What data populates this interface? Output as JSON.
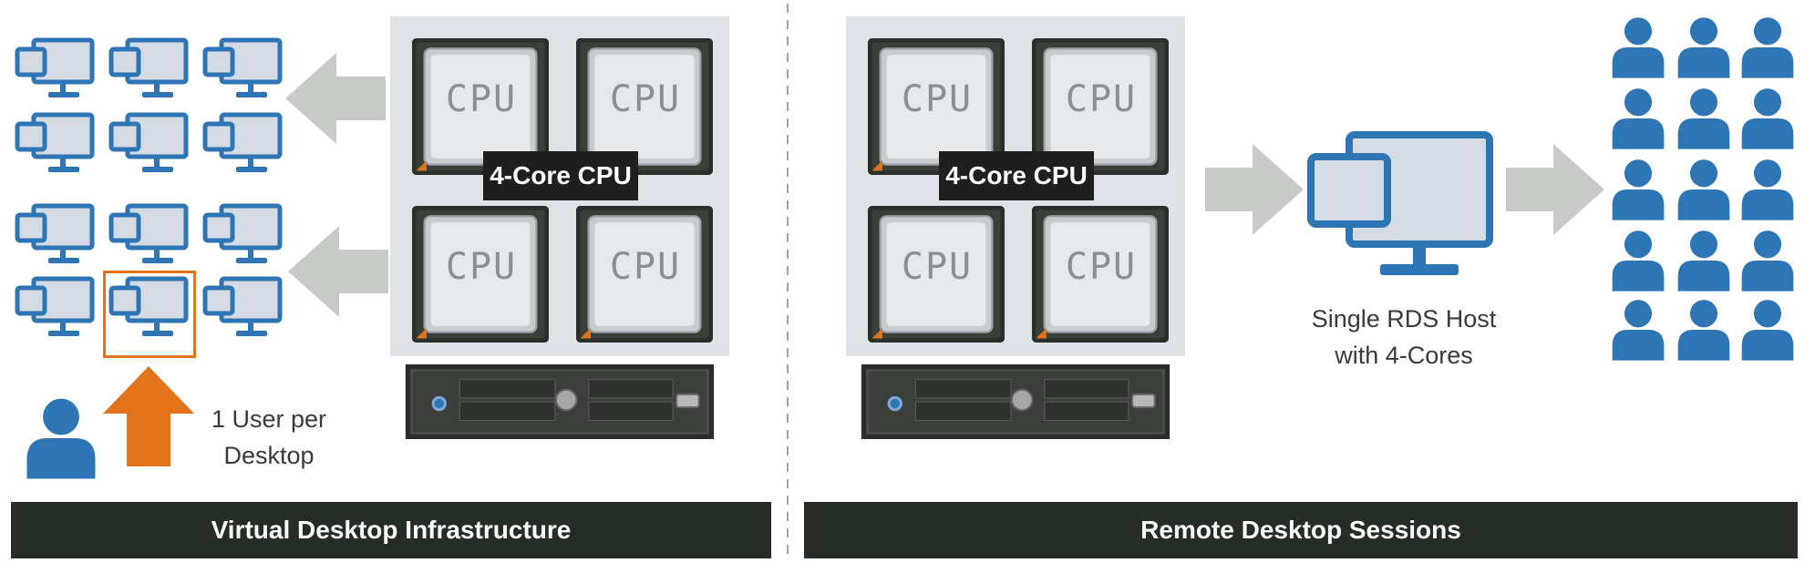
{
  "vdi": {
    "banner": "Virtual Desktop Infrastructure",
    "cpu_label": "4-Core CPU",
    "user_caption_line1": "1 User per",
    "user_caption_line2": "Desktop"
  },
  "rds": {
    "banner": "Remote Desktop Sessions",
    "cpu_label": "4-Core CPU",
    "host_caption_line1": "Single RDS Host",
    "host_caption_line2": "with 4-Cores"
  },
  "cpu_chip_text": "CPU",
  "colors": {
    "monitor_blue": "#2e75b6",
    "monitor_fill": "#d4dbe3",
    "user_blue": "#2e75b6",
    "highlight_orange": "#e3731b",
    "arrow_gray": "#c8cac8",
    "banner_bg": "#262d27",
    "cpu_panel_bg": "#dfe3e8"
  }
}
